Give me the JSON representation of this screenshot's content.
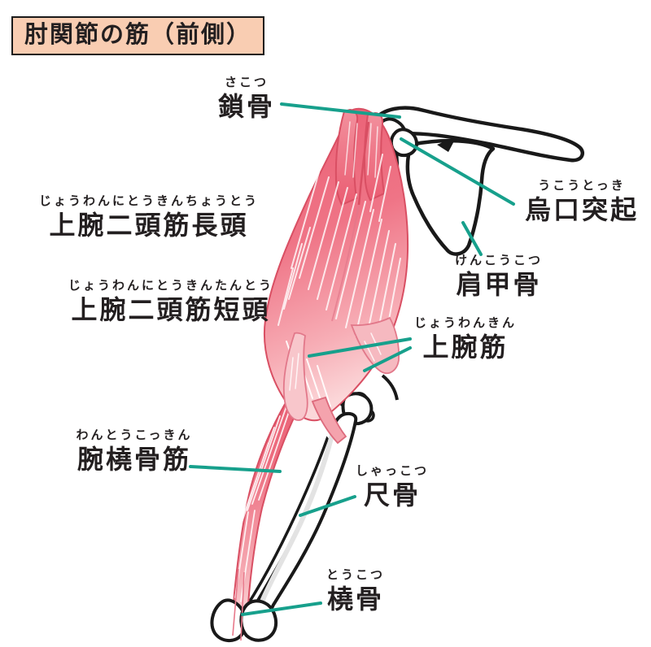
{
  "title": "肘関節の筋（前側）",
  "labels": [
    {
      "id": "clavicle",
      "furigana": "さこつ",
      "text": "鎖骨"
    },
    {
      "id": "coracoid-process",
      "furigana": "うこうとっき",
      "text": "烏口突起"
    },
    {
      "id": "scapula",
      "furigana": "けんこうこつ",
      "text": "肩甲骨"
    },
    {
      "id": "biceps-long-head",
      "furigana": "じょうわんにとうきんちょうとう",
      "text": "上腕二頭筋長頭"
    },
    {
      "id": "biceps-short-head",
      "furigana": "じょうわんにとうきんたんとう",
      "text": "上腕二頭筋短頭"
    },
    {
      "id": "brachialis",
      "furigana": "じょうわんきん",
      "text": "上腕筋"
    },
    {
      "id": "brachioradialis",
      "furigana": "わんとうこっきん",
      "text": "腕橈骨筋"
    },
    {
      "id": "ulna",
      "furigana": "しゃっこつ",
      "text": "尺骨"
    },
    {
      "id": "radius",
      "furigana": "とうこつ",
      "text": "橈骨"
    }
  ],
  "colors": {
    "leader_line": "#17A08C",
    "muscle_red": "#EA5D72",
    "muscle_light": "#FBD7D9",
    "bone_outline": "#191919",
    "title_background": "#F9CDB2",
    "text": "#231F20"
  }
}
